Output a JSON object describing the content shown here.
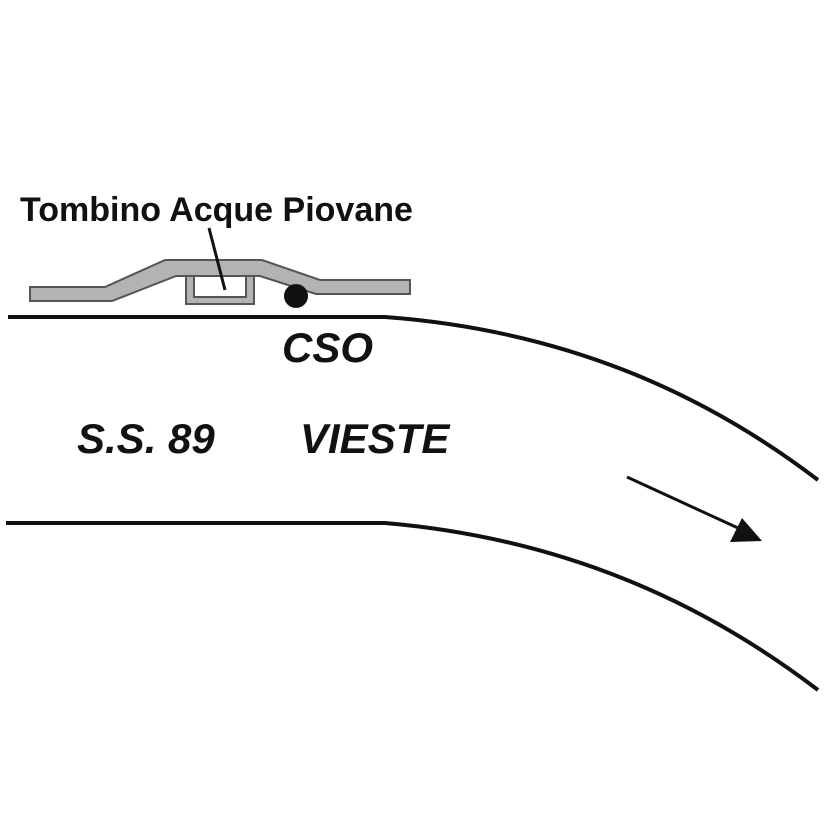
{
  "labels": {
    "drain": "Tombino Acque Piovane",
    "cso": "CSO",
    "road": "S.S. 89",
    "town": "VIESTE"
  },
  "colors": {
    "ink": "#111111",
    "pavement_fill": "#b3b3b3",
    "pavement_stroke": "#555555",
    "background": "#ffffff"
  },
  "icons": {
    "flow": "arrow-right-down-icon",
    "cso_point": "filled-circle-icon"
  }
}
